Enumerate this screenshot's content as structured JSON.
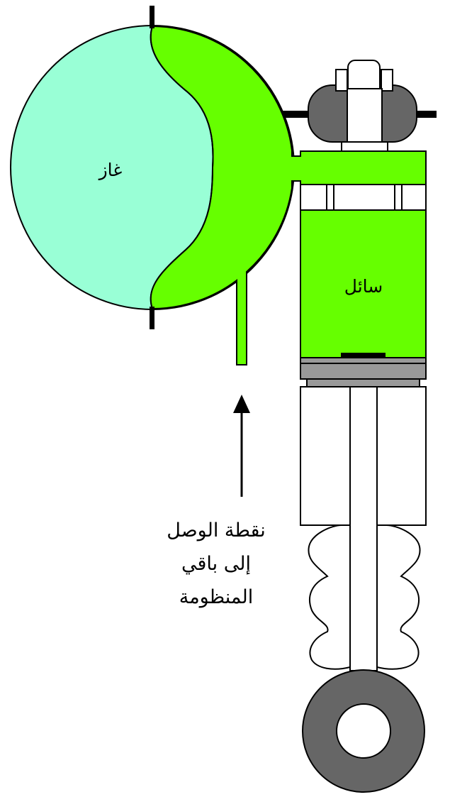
{
  "colors": {
    "gas": "#99FFD6",
    "fluid": "#66FF00",
    "outline": "#000000",
    "rubber": "#666666",
    "seal": "#999999",
    "background": "#FFFFFF"
  },
  "labels": {
    "gas": "غاز",
    "fluid": "سائل",
    "connection_line1": "نقطة الوصل",
    "connection_line2": "إلى باقي",
    "connection_line3": "المنظومة"
  }
}
